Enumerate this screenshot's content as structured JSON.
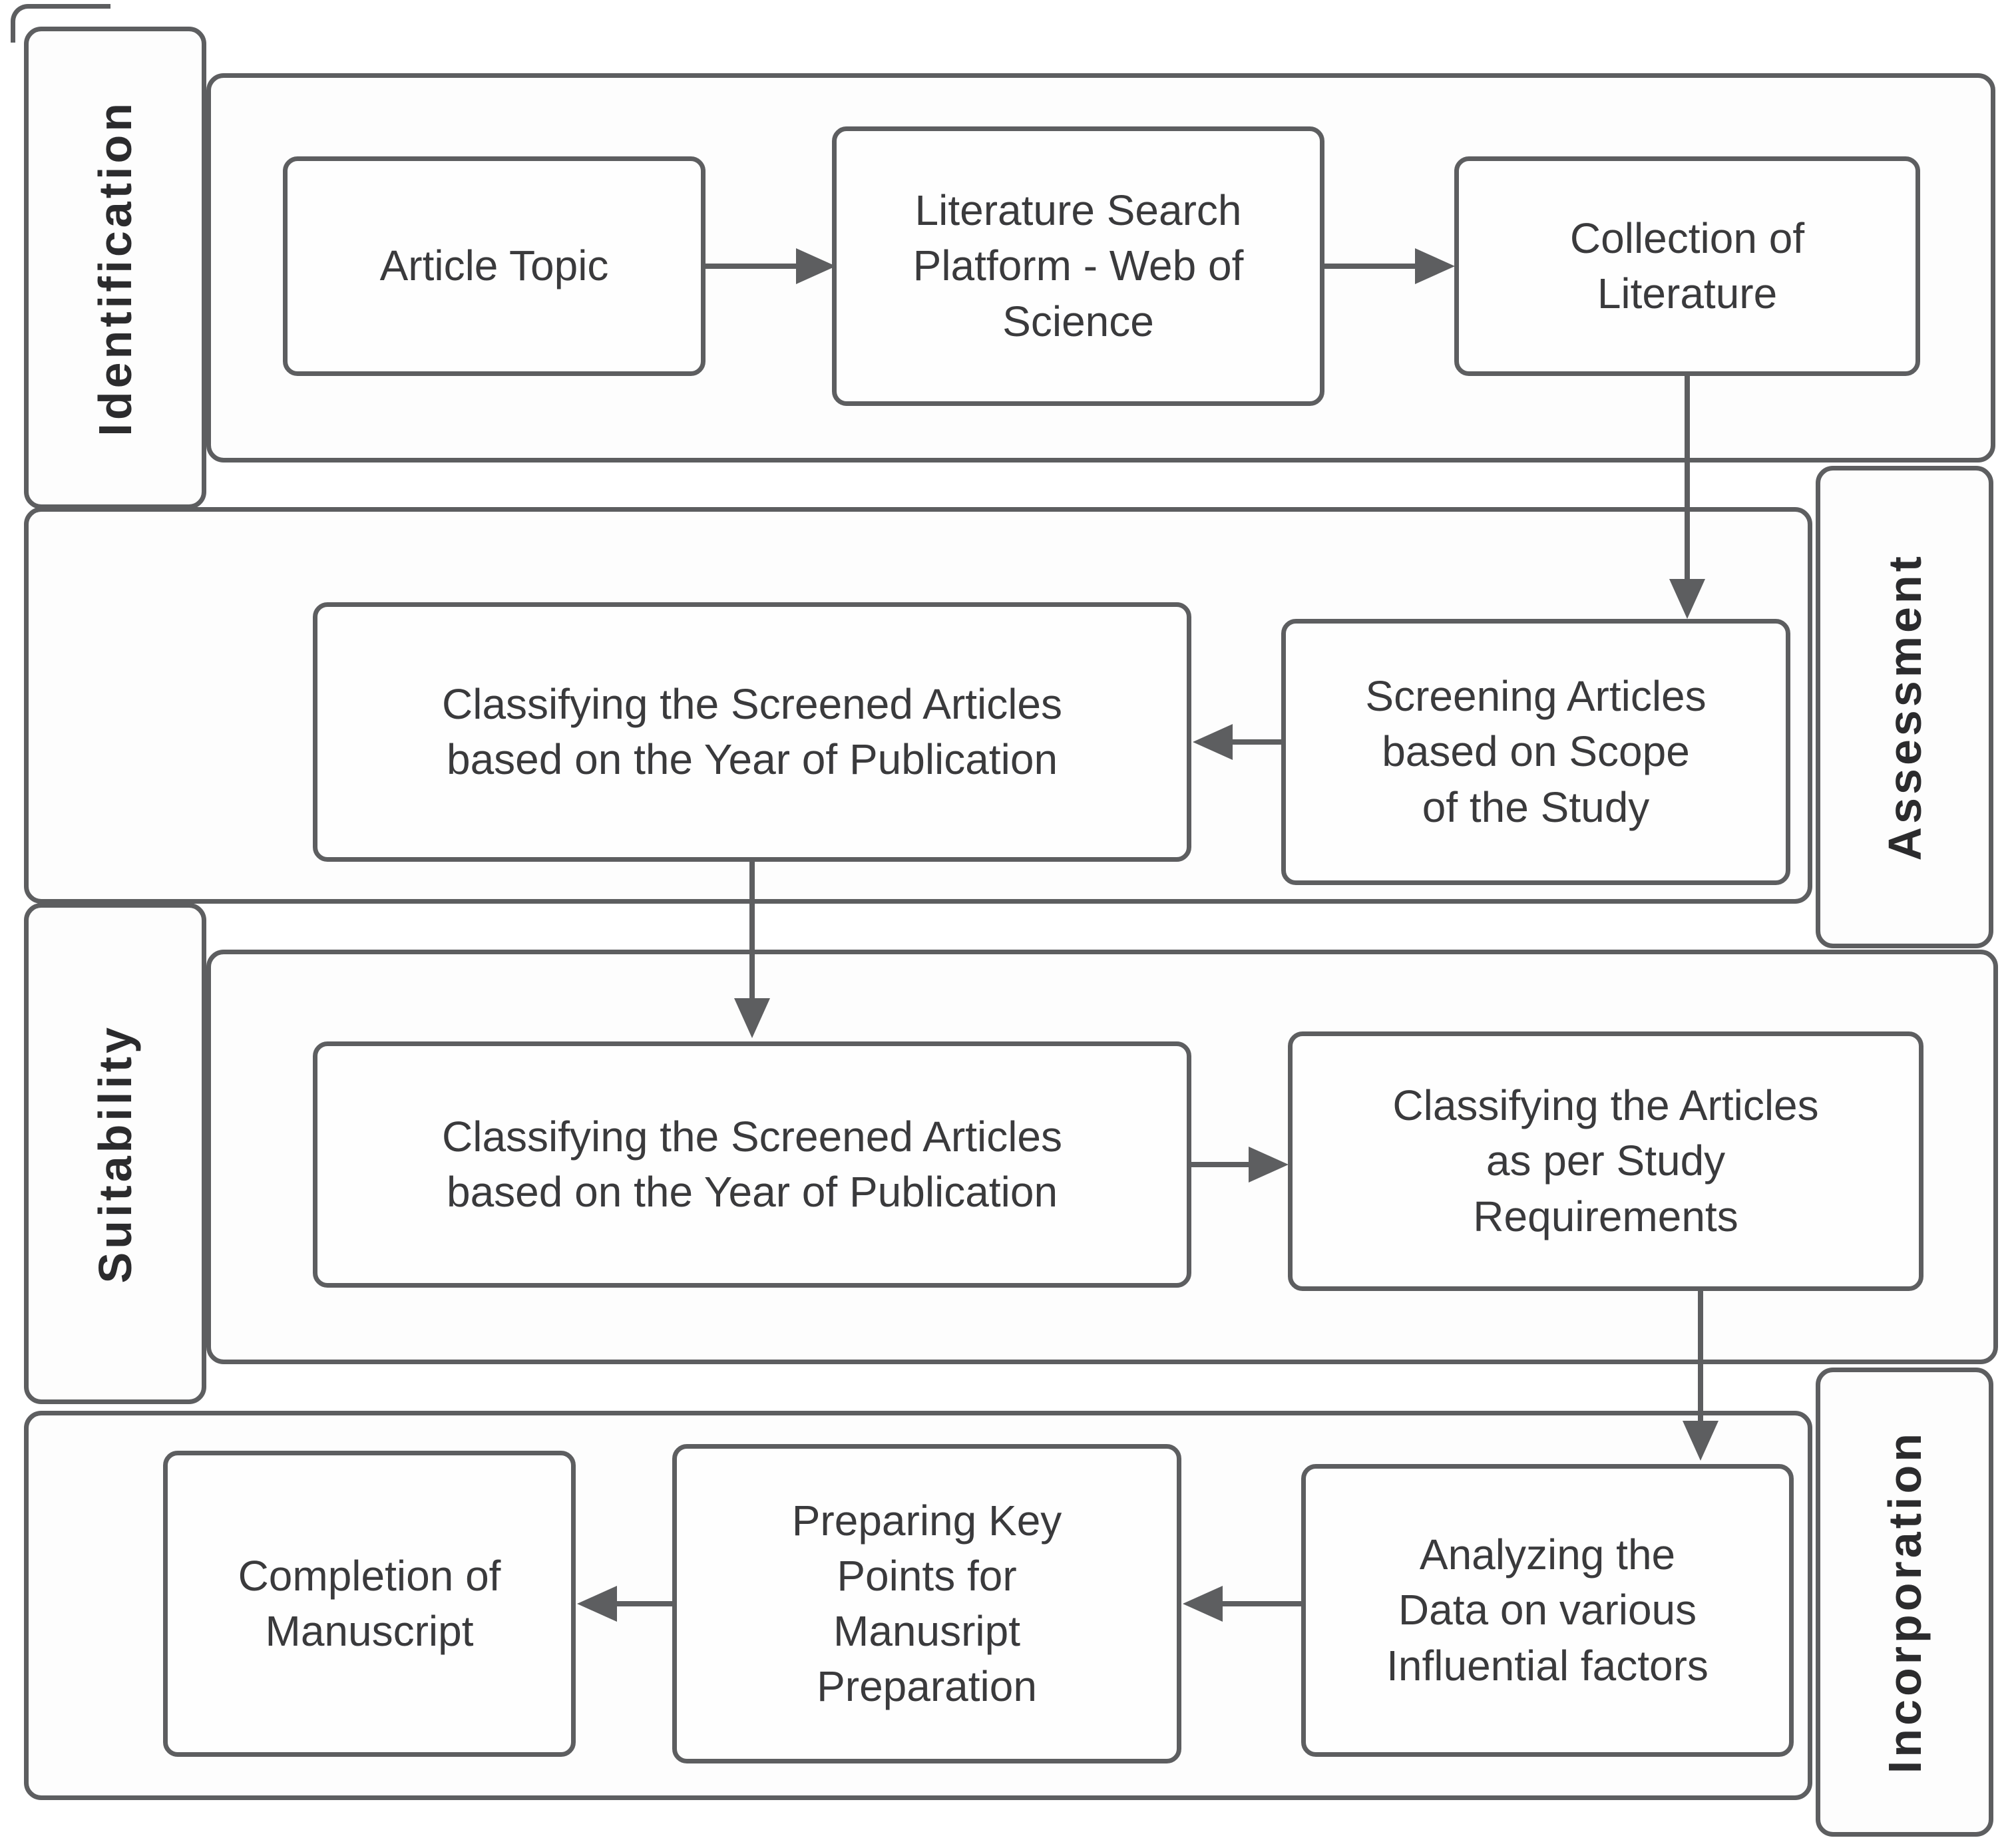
{
  "lanes": [
    {
      "label": "Identification",
      "side": "left"
    },
    {
      "label": "Assessment",
      "side": "right"
    },
    {
      "label": "Suitability",
      "side": "left"
    },
    {
      "label": "Incorporation",
      "side": "right"
    }
  ],
  "nodes": {
    "article_topic": "Article Topic",
    "literature_search": "Literature Search\nPlatform - Web of\nScience",
    "collection_of_literature": "Collection of\nLiterature",
    "classify_screened_year_assessment": "Classifying the Screened Articles\nbased on the Year of Publication",
    "screening_articles": "Screening Articles\nbased on Scope\nof the Study",
    "classify_screened_year_suitability": "Classifying the Screened Articles\nbased on the Year of Publication",
    "classify_articles_requirements": "Classifying the Articles\nas per Study\nRequirements",
    "analyzing_data": "Analyzing the\nData on various\nInfluential factors",
    "preparing_key_points": "Preparing Key\nPoints for\nManusript\nPreparation",
    "completion_manuscript": "Completion of\nManuscript"
  },
  "edges": [
    {
      "from": "article_topic",
      "to": "literature_search",
      "direction": "right"
    },
    {
      "from": "literature_search",
      "to": "collection_of_literature",
      "direction": "right"
    },
    {
      "from": "collection_of_literature",
      "to": "screening_articles",
      "direction": "down"
    },
    {
      "from": "screening_articles",
      "to": "classify_screened_year_assessment",
      "direction": "left"
    },
    {
      "from": "classify_screened_year_assessment",
      "to": "classify_screened_year_suitability",
      "direction": "down"
    },
    {
      "from": "classify_screened_year_suitability",
      "to": "classify_articles_requirements",
      "direction": "right"
    },
    {
      "from": "classify_articles_requirements",
      "to": "analyzing_data",
      "direction": "down"
    },
    {
      "from": "analyzing_data",
      "to": "preparing_key_points",
      "direction": "left"
    },
    {
      "from": "preparing_key_points",
      "to": "completion_manuscript",
      "direction": "left"
    }
  ],
  "colors": {
    "stroke": "#5d5e60",
    "box_fill": "#fdfdfd",
    "text": "#3a3a3c",
    "label_text": "#2b2b2d",
    "background": "#ffffff"
  }
}
